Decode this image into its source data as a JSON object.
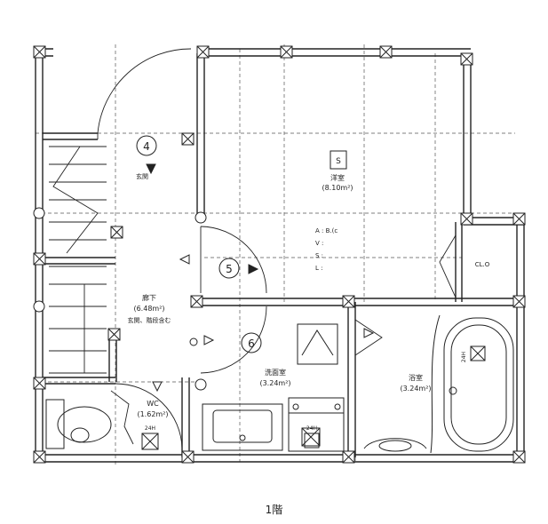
{
  "floor_label": "1階",
  "rooms": {
    "entrance": {
      "name": "玄関",
      "circle": "4"
    },
    "western": {
      "name": "洋室",
      "area": "(8.10m²)",
      "storage_mark": "S"
    },
    "hall": {
      "name": "廊下",
      "area": "(6.48m²)",
      "note": "玄関、階段含む"
    },
    "hall_circle_5": "5",
    "hall_circle_6": "6",
    "washroom": {
      "name": "洗面室",
      "area": "(3.24m²)"
    },
    "bathroom": {
      "name": "浴室",
      "area": "(3.24m²)"
    },
    "toilet": {
      "name": "WC",
      "area": "(1.62m²)"
    },
    "closet": {
      "name": "CL.O"
    },
    "equipment": {
      "a": "A : B.(c",
      "v": "V :",
      "s": "S :",
      "l": "L :"
    },
    "hatch_24h_1": "24H",
    "hatch_24h_2": "24H",
    "hatch_24h_3": "24H"
  }
}
